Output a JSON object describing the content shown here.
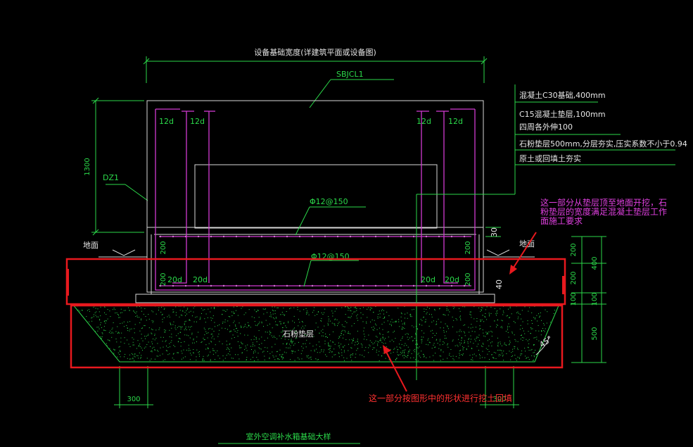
{
  "labels": {
    "top_width": "设备基础宽度(详建筑平面或设备图)",
    "sbjcl": "SBJCL1",
    "dz": "DZ1",
    "height_1300": "1300",
    "rebar_top": "Φ12@150",
    "rebar_bottom": "Φ12@150",
    "lap_12d": "12d",
    "lap_20d": "20d",
    "ground_left": "地面",
    "ground_right": "地面",
    "gravel_fill": "石粉垫层",
    "angle": "45°",
    "dim_300_left": "300",
    "dim_300_right": "300",
    "dim_30": "30",
    "dim_200a": "200",
    "dim_200b": "200",
    "dim_200_left_a": "200",
    "dim_200_left_b": "200",
    "dim_40": "40",
    "right_200_top": "200",
    "right_200_mid": "200",
    "right_100": "100",
    "right_400": "400",
    "right_100b": "100",
    "right_500": "500",
    "title": "室外空调补水箱基础大样"
  },
  "notes": [
    "混凝土C30基础,400mm",
    "C15混凝土垫层,100mm",
    "四周各外伸100",
    "石粉垫层500mm,分层夯实,压实系数不小于0.94",
    "原土或回填土夯实"
  ],
  "annotations": {
    "magenta_line1": "这一部分从垫层顶至地面开挖，石",
    "magenta_line2": "粉垫层的宽度满足混凝土垫层工作",
    "magenta_line3": "面施工要求",
    "red_note": "这一部分按图形中的形状进行挖土回填"
  },
  "colors": {
    "background": "#000000",
    "line_green": "#2bd94a",
    "rebar_magenta": "#d23ad2",
    "outline_white": "#d8d8d8",
    "markup_red": "#e8191e"
  }
}
